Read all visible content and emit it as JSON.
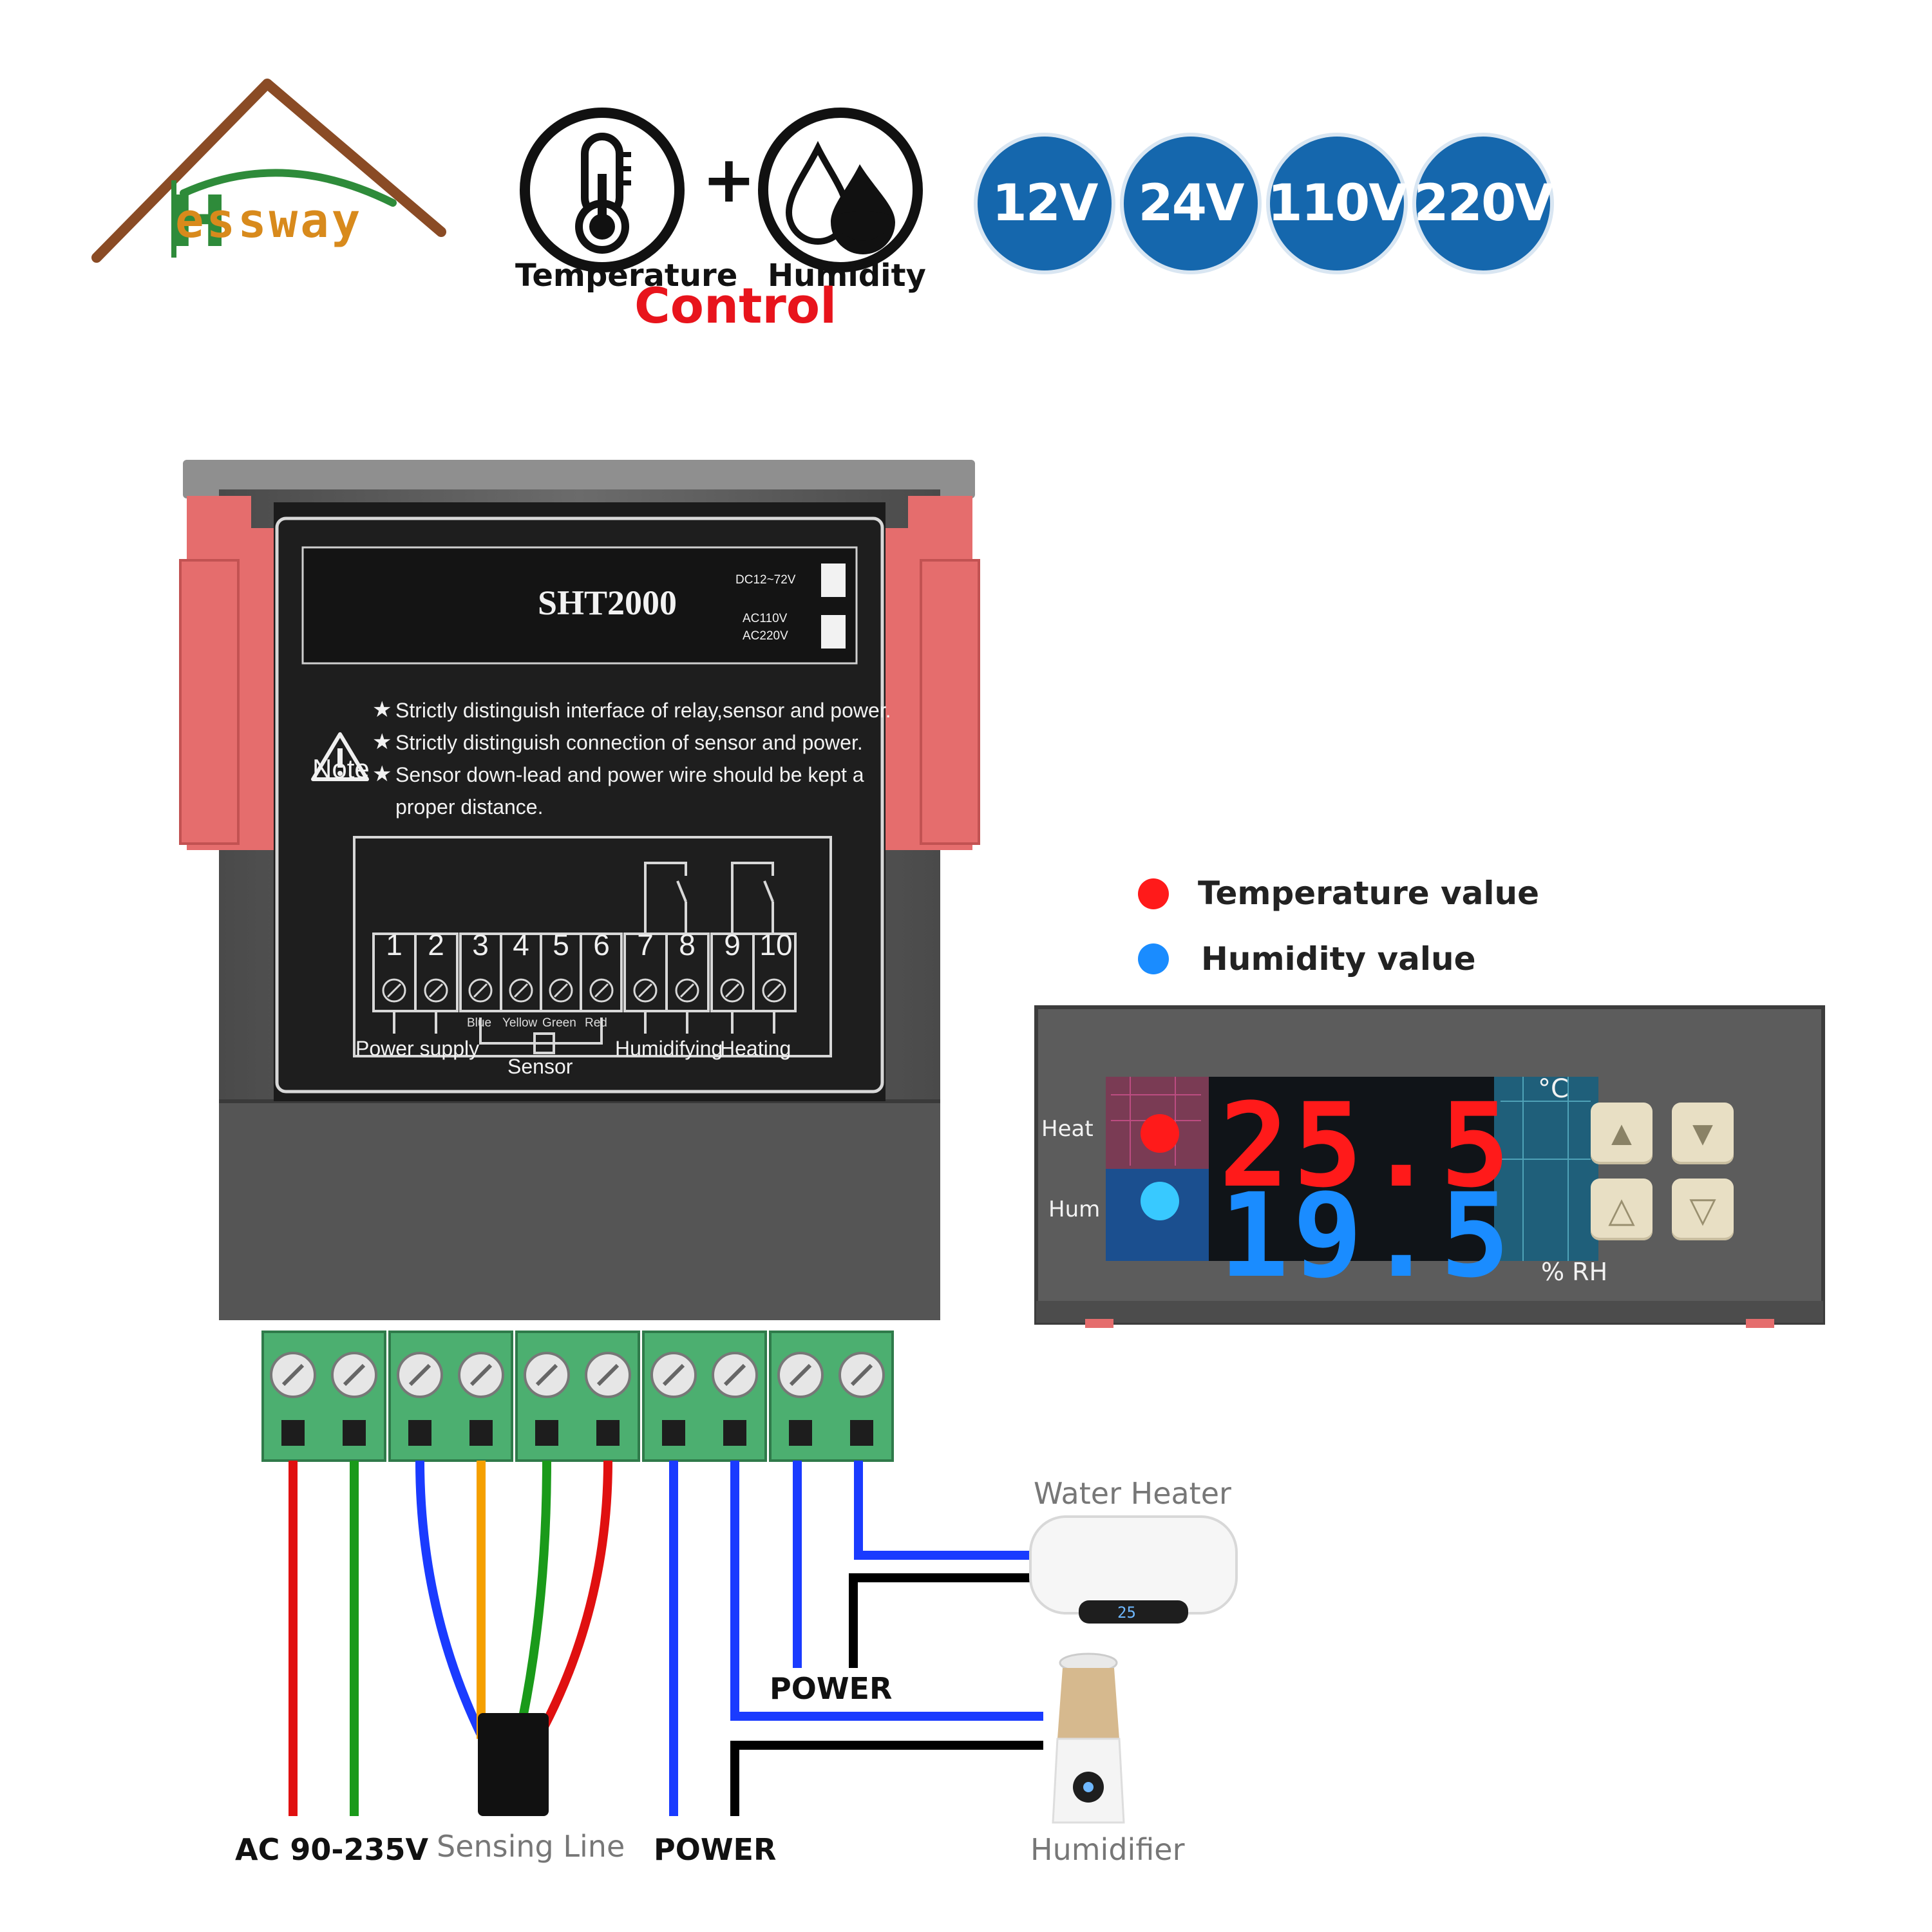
{
  "brand": {
    "name": "essway",
    "initial": "H"
  },
  "header": {
    "temperature_label": "Temperature",
    "humidity_label": "Humidity",
    "plus": "+",
    "control_label": "Control",
    "voltages": [
      "12V",
      "24V",
      "110V",
      "220V"
    ]
  },
  "device_label": {
    "model": "SHT2000",
    "power_option_1": "DC12~72V",
    "power_option_2a": "AC110V",
    "power_option_2b": "AC220V",
    "note_title": "Note",
    "notes": [
      "Strictly distinguish interface of relay,sensor and power.",
      "Strictly distinguish connection of sensor and power.",
      "Sensor down-lead and power wire should be kept a",
      "proper distance."
    ],
    "terminals": [
      "1",
      "2",
      "3",
      "4",
      "5",
      "6",
      "7",
      "8",
      "9",
      "10"
    ],
    "sensor_wire_colors": [
      "Blue",
      "Yellow",
      "Green",
      "Red"
    ],
    "group_power_supply": "Power supply",
    "group_sensor": "Sensor",
    "group_humidifying": "Humidifying",
    "group_heating": "Heating"
  },
  "legend": {
    "temperature": "Temperature value",
    "humidity": "Humidity value"
  },
  "panel": {
    "heat_label": "Heat",
    "hum_label": "Hum",
    "temperature_display": "25.5",
    "humidity_display": "19.5",
    "celsius_unit": "°C",
    "rh_unit": "% RH"
  },
  "wiring": {
    "water_heater": "Water Heater",
    "humidifier": "Humidifier",
    "power_upper": "POWER",
    "ac_input": "AC 90-235V",
    "sensing_line": "Sensing Line",
    "power_lower": "POWER"
  },
  "colors": {
    "voltage_badge": "#1567ad",
    "control_text": "#e8141c",
    "temp_segment": "#ff1a1a",
    "hum_segment": "#1a8cff",
    "wire_red": "#e01010",
    "wire_green": "#1a9a1a",
    "wire_blue": "#1a3bff",
    "wire_yellow": "#f5a000",
    "wire_black": "#000000",
    "terminal_green": "#4caf70"
  }
}
